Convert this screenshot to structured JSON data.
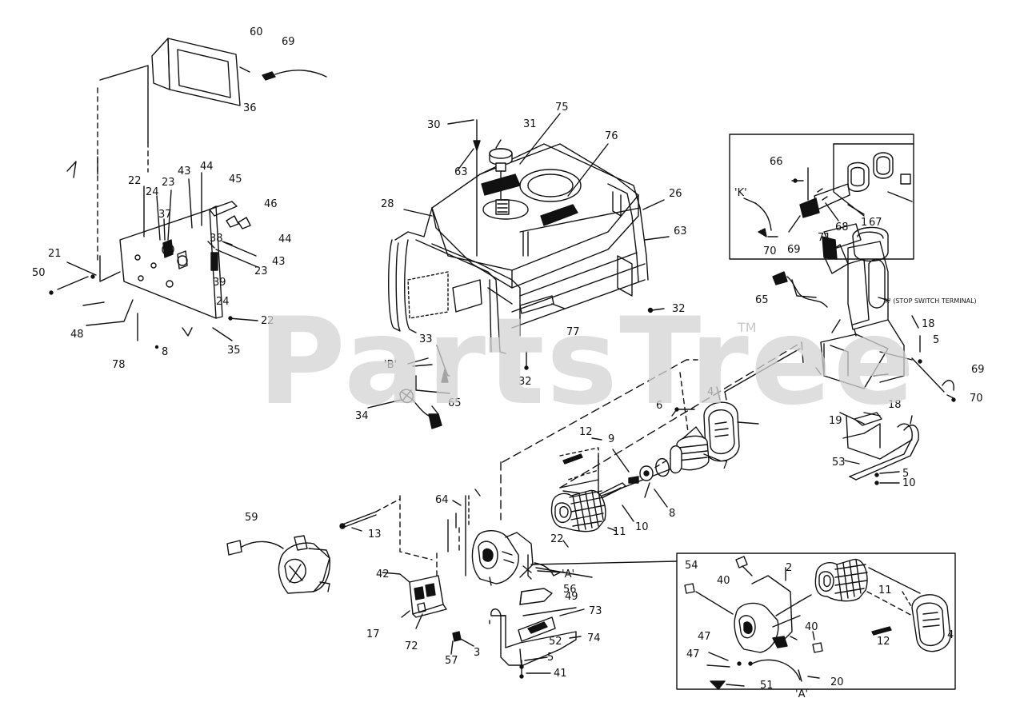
{
  "watermark": {
    "brand": "PartsTree",
    "trademark": "TM"
  },
  "callouts": [
    {
      "label": "60"
    },
    {
      "label": "69"
    },
    {
      "label": "36"
    },
    {
      "label": "22"
    },
    {
      "label": "24"
    },
    {
      "label": "23"
    },
    {
      "label": "43"
    },
    {
      "label": "44"
    },
    {
      "label": "45"
    },
    {
      "label": "46"
    },
    {
      "label": "37"
    },
    {
      "label": "38"
    },
    {
      "label": "44"
    },
    {
      "label": "43"
    },
    {
      "label": "23"
    },
    {
      "label": "39"
    },
    {
      "label": "24"
    },
    {
      "label": "21"
    },
    {
      "label": "50"
    },
    {
      "label": "48"
    },
    {
      "label": "22"
    },
    {
      "label": "35"
    },
    {
      "label": "8"
    },
    {
      "label": "78"
    },
    {
      "label": "30"
    },
    {
      "label": "31"
    },
    {
      "label": "75"
    },
    {
      "label": "76"
    },
    {
      "label": "63"
    },
    {
      "label": "28"
    },
    {
      "label": "26"
    },
    {
      "label": "63"
    },
    {
      "label": "32"
    },
    {
      "label": "77"
    },
    {
      "label": "33"
    },
    {
      "label": "'B'"
    },
    {
      "label": "32"
    },
    {
      "label": "34"
    },
    {
      "label": "65"
    },
    {
      "label": "66"
    },
    {
      "label": "67"
    },
    {
      "label": "68"
    },
    {
      "label": "71"
    },
    {
      "label": "'K'"
    },
    {
      "label": "70"
    },
    {
      "label": "69"
    },
    {
      "label": "65"
    },
    {
      "label": "1"
    },
    {
      "label": "'K' (STOP SWITCH TERMINAL)"
    },
    {
      "label": "18"
    },
    {
      "label": "5"
    },
    {
      "label": "69"
    },
    {
      "label": "70"
    },
    {
      "label": "19"
    },
    {
      "label": "18"
    },
    {
      "label": "53"
    },
    {
      "label": "5"
    },
    {
      "label": "10"
    },
    {
      "label": "4"
    },
    {
      "label": "6"
    },
    {
      "label": "7"
    },
    {
      "label": "12"
    },
    {
      "label": "9"
    },
    {
      "label": "8"
    },
    {
      "label": "10"
    },
    {
      "label": "11"
    },
    {
      "label": "64"
    },
    {
      "label": "13"
    },
    {
      "label": "22"
    },
    {
      "label": "'A'"
    },
    {
      "label": "56"
    },
    {
      "label": "49"
    },
    {
      "label": "73"
    },
    {
      "label": "74"
    },
    {
      "label": "52"
    },
    {
      "label": "5"
    },
    {
      "label": "41"
    },
    {
      "label": "3"
    },
    {
      "label": "57"
    },
    {
      "label": "42"
    },
    {
      "label": "17"
    },
    {
      "label": "72"
    },
    {
      "label": "59"
    },
    {
      "label": "54"
    },
    {
      "label": "40"
    },
    {
      "label": "2"
    },
    {
      "label": "11"
    },
    {
      "label": "4"
    },
    {
      "label": "12"
    },
    {
      "label": "40"
    },
    {
      "label": "47"
    },
    {
      "label": "47"
    },
    {
      "label": "51"
    },
    {
      "label": "20"
    },
    {
      "label": "'A'"
    }
  ]
}
